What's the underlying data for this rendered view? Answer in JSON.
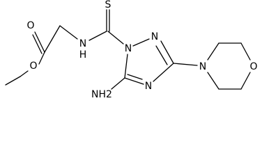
{
  "molecule": {
    "atoms": {
      "o_carbonyl": "O",
      "o_ester": "O",
      "n_amide": "N",
      "h_amide": "H",
      "s_thione": "S",
      "n_ring_1": "N",
      "n_ring_2": "N",
      "n_ring_4": "N",
      "n_morpholine": "N",
      "o_morpholine": "O",
      "amino": "NH2"
    }
  },
  "colors": {
    "bond": "#000000",
    "label": "#000000",
    "background": "#ffffff"
  }
}
